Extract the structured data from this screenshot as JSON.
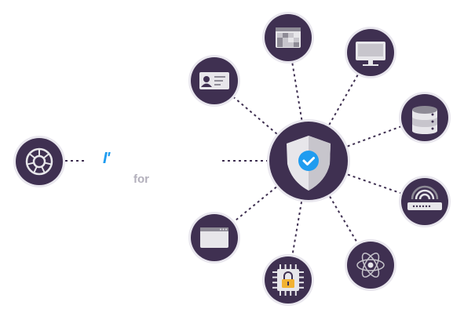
{
  "colors": {
    "node_fill": "#3f3051",
    "node_ring": "#e9e7ee",
    "connector": "#3f3051",
    "accent": "#1f9cf0",
    "icon_light": "#e7e6ea",
    "icon_mid": "#c7c5cc",
    "icon_dark": "#8e8b96",
    "lock_amber": "#f2b232",
    "muted_text": "#b3b0bc"
  },
  "brand": {
    "mark": "I'",
    "for_label": "for"
  },
  "hub": {
    "icon": "shield-check-icon"
  },
  "source": {
    "icon": "kubernetes-wheel-icon"
  },
  "devices": [
    {
      "key": "id-card",
      "icon": "id-card-icon"
    },
    {
      "key": "blurred-data",
      "icon": "pixelated-data-icon"
    },
    {
      "key": "monitor",
      "icon": "monitor-icon"
    },
    {
      "key": "database",
      "icon": "database-icon"
    },
    {
      "key": "router",
      "icon": "router-icon"
    },
    {
      "key": "atom",
      "icon": "atom-icon"
    },
    {
      "key": "chip-lock",
      "icon": "chip-lock-icon"
    },
    {
      "key": "browser",
      "icon": "browser-window-icon"
    }
  ]
}
